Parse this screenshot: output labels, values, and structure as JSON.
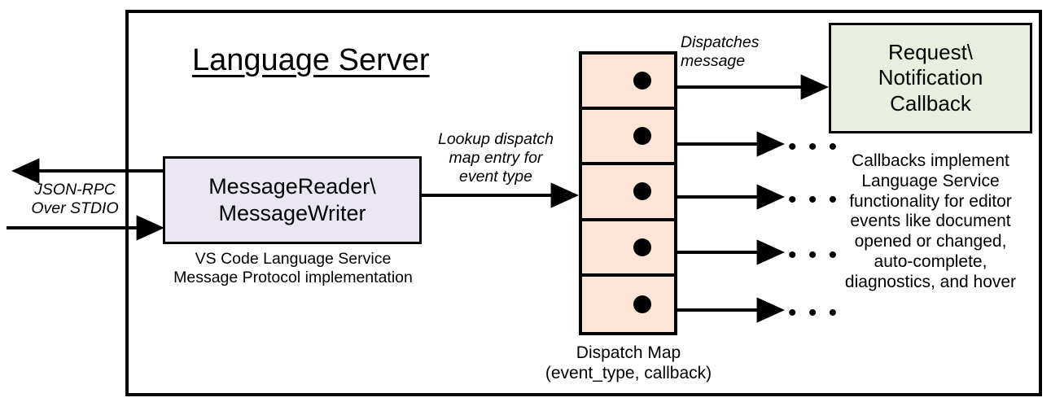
{
  "diagram": {
    "title": "Language Server",
    "frame_name": "language-server-boundary",
    "colors": {
      "reader_fill": "#EAE7F2",
      "dispatch_fill": "#FCE5D6",
      "callback_fill": "#E8EFDD",
      "stroke": "#000000",
      "background": "#FFFFFF"
    },
    "transport": {
      "label": "JSON-RPC\nOver STDIO",
      "outbound_arrow": "arrow-left-outbound",
      "inbound_arrow": "arrow-right-inbound"
    },
    "reader": {
      "label": "MessageReader\\\nMessageWriter",
      "caption": "VS Code Language Service\nMessage Protocol implementation"
    },
    "lookup": {
      "label": "Lookup dispatch\nmap entry for\nevent type"
    },
    "dispatch_map": {
      "caption": "Dispatch Map\n(event_type, callback)",
      "cell_count": 5,
      "cells": [
        {
          "index": 1,
          "dot": "dispatch-entry-dot"
        },
        {
          "index": 2,
          "dot": "dispatch-entry-dot"
        },
        {
          "index": 3,
          "dot": "dispatch-entry-dot"
        },
        {
          "index": 4,
          "dot": "dispatch-entry-dot"
        },
        {
          "index": 5,
          "dot": "dispatch-entry-dot"
        }
      ]
    },
    "dispatch_edge": {
      "label": "Dispatches\nmessage"
    },
    "callback": {
      "label": "Request\\\nNotification\nCallback",
      "caption": "Callbacks implement\nLanguage Service\nfunctionality for editor\nevents like document\nopened or changed,\nauto-complete,\ndiagnostics, and hover"
    },
    "continuations": {
      "glyph": "• • •",
      "count": 4
    }
  }
}
